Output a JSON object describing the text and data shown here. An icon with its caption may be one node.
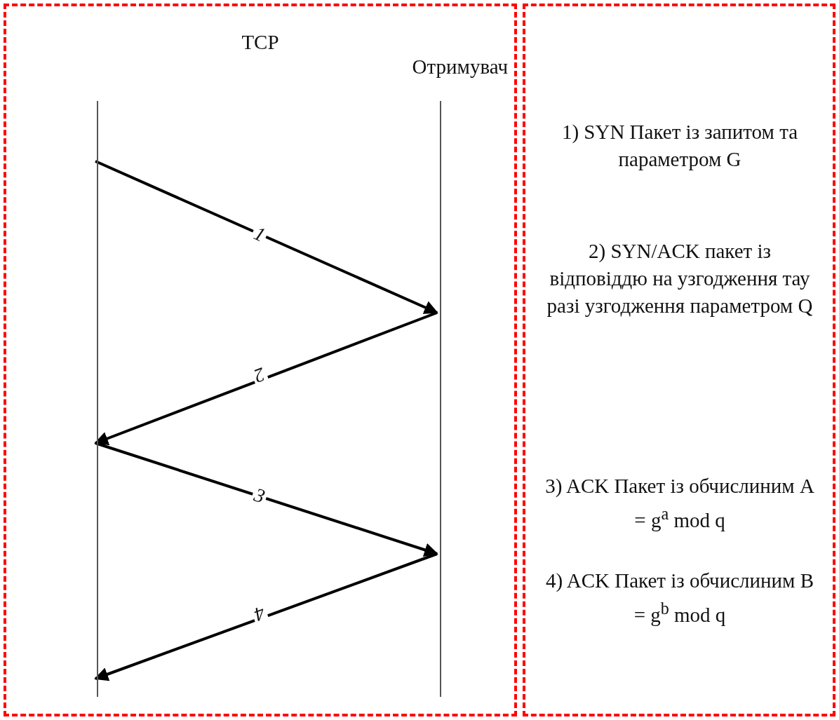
{
  "diagram": {
    "nodes": [
      {
        "text": [
          "TCP"
        ]
      },
      {
        "text": [],
        "shape": "bar",
        "in": 0
      },
      {
        "text": [
          "Отримувач"
        ],
        "in": 0
      },
      {
        "text": [
          "1) SYN Пакет із запитом та параметром G",
          "2) SYN/ACK пакет із відповіддю на узгодження тау разі узгодження параметром Q",
          "3) ACK Пакет із обчислиним A = g$^{a}$ mod q",
          "4) ACK Пакет із обчислиним B = g$^{b}$ mod q"
        ]
      }
    ],
    "edges": [
      {
        "from": 1,
        "to": 2,
        "arrow": "to",
        "label": "1"
      },
      {
        "from": 2,
        "to": 1,
        "arrow": "to",
        "label": "2"
      },
      {
        "from": 1,
        "to": 2,
        "arrow": "to",
        "label": "3"
      },
      {
        "from": 2,
        "to": 1,
        "arrow": "to",
        "label": "4"
      }
    ]
  }
}
